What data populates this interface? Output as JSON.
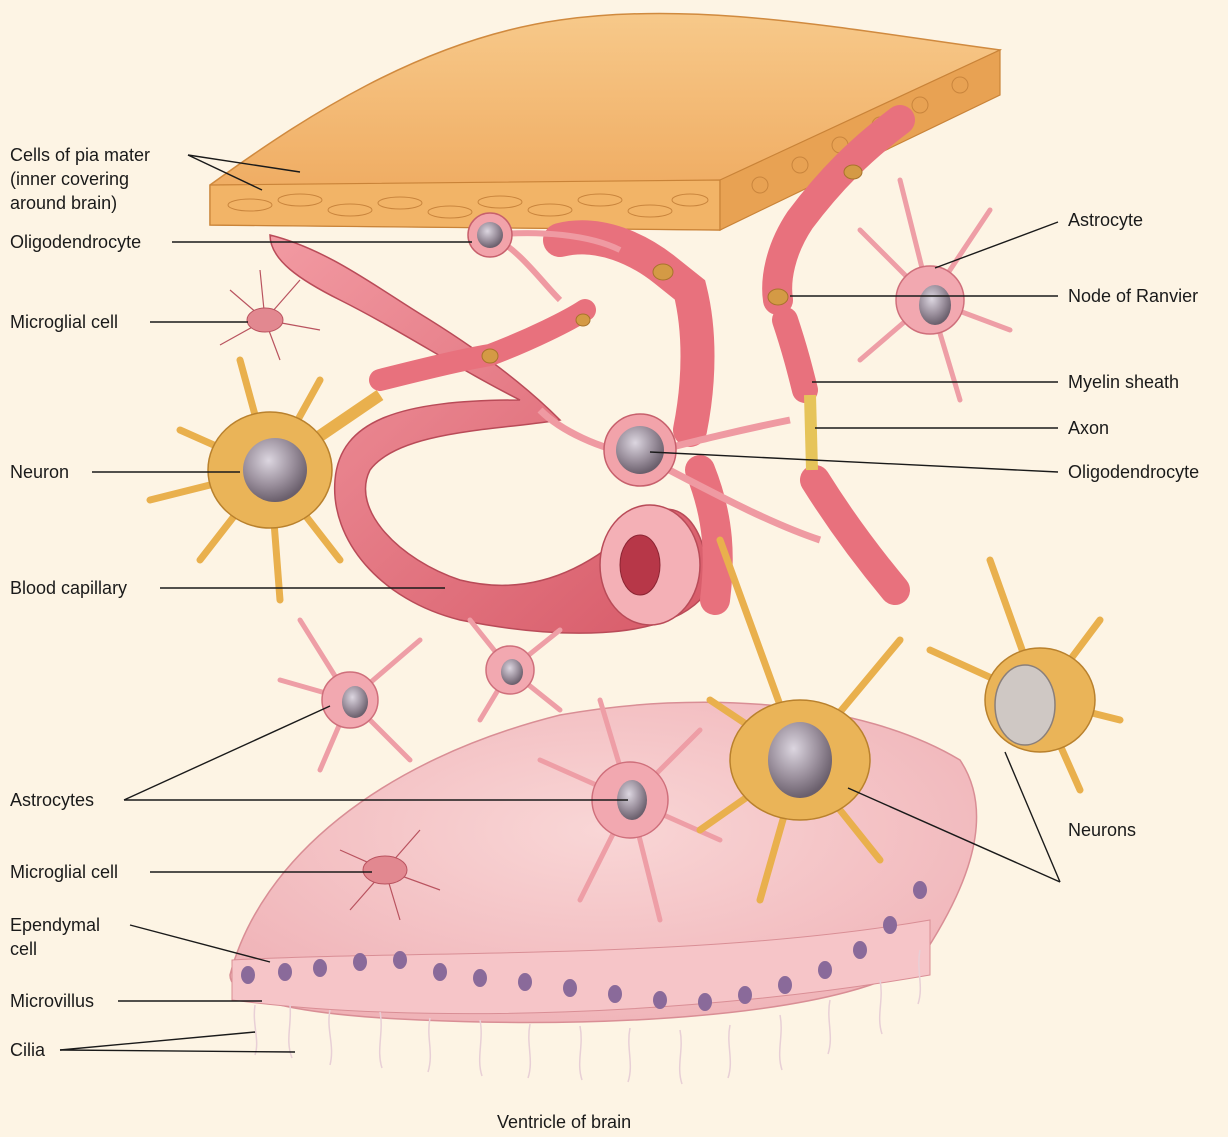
{
  "figure": {
    "background": "#fdf4e4",
    "colors": {
      "pia_mater": "#f3b56a",
      "capillary": "#e8707a",
      "astrocyte": "#f0a8b0",
      "neuron": "#e9b04d",
      "nucleus": "#9a8f9c",
      "ependyma": "#f6c7c9",
      "myelin": "#f08a90",
      "node": "#d49a45"
    }
  },
  "labels": {
    "left": {
      "pia_mater": "Cells of pia mater\n(inner covering\naround brain)",
      "oligodendrocyte": "Oligodendrocyte",
      "microglial_cell_top": "Microglial cell",
      "neuron": "Neuron",
      "blood_capillary": "Blood capillary",
      "astrocytes": "Astrocytes",
      "microglial_cell_bottom": "Microglial cell",
      "ependymal_cell": "Ependymal\ncell",
      "microvillus": "Microvillus",
      "cilia": "Cilia"
    },
    "right": {
      "astrocyte": "Astrocyte",
      "node_of_ranvier": "Node of Ranvier",
      "myelin_sheath": "Myelin sheath",
      "axon": "Axon",
      "oligodendrocyte": "Oligodendrocyte",
      "neurons": "Neurons"
    },
    "bottom": {
      "ventricle": "Ventricle of brain"
    }
  }
}
